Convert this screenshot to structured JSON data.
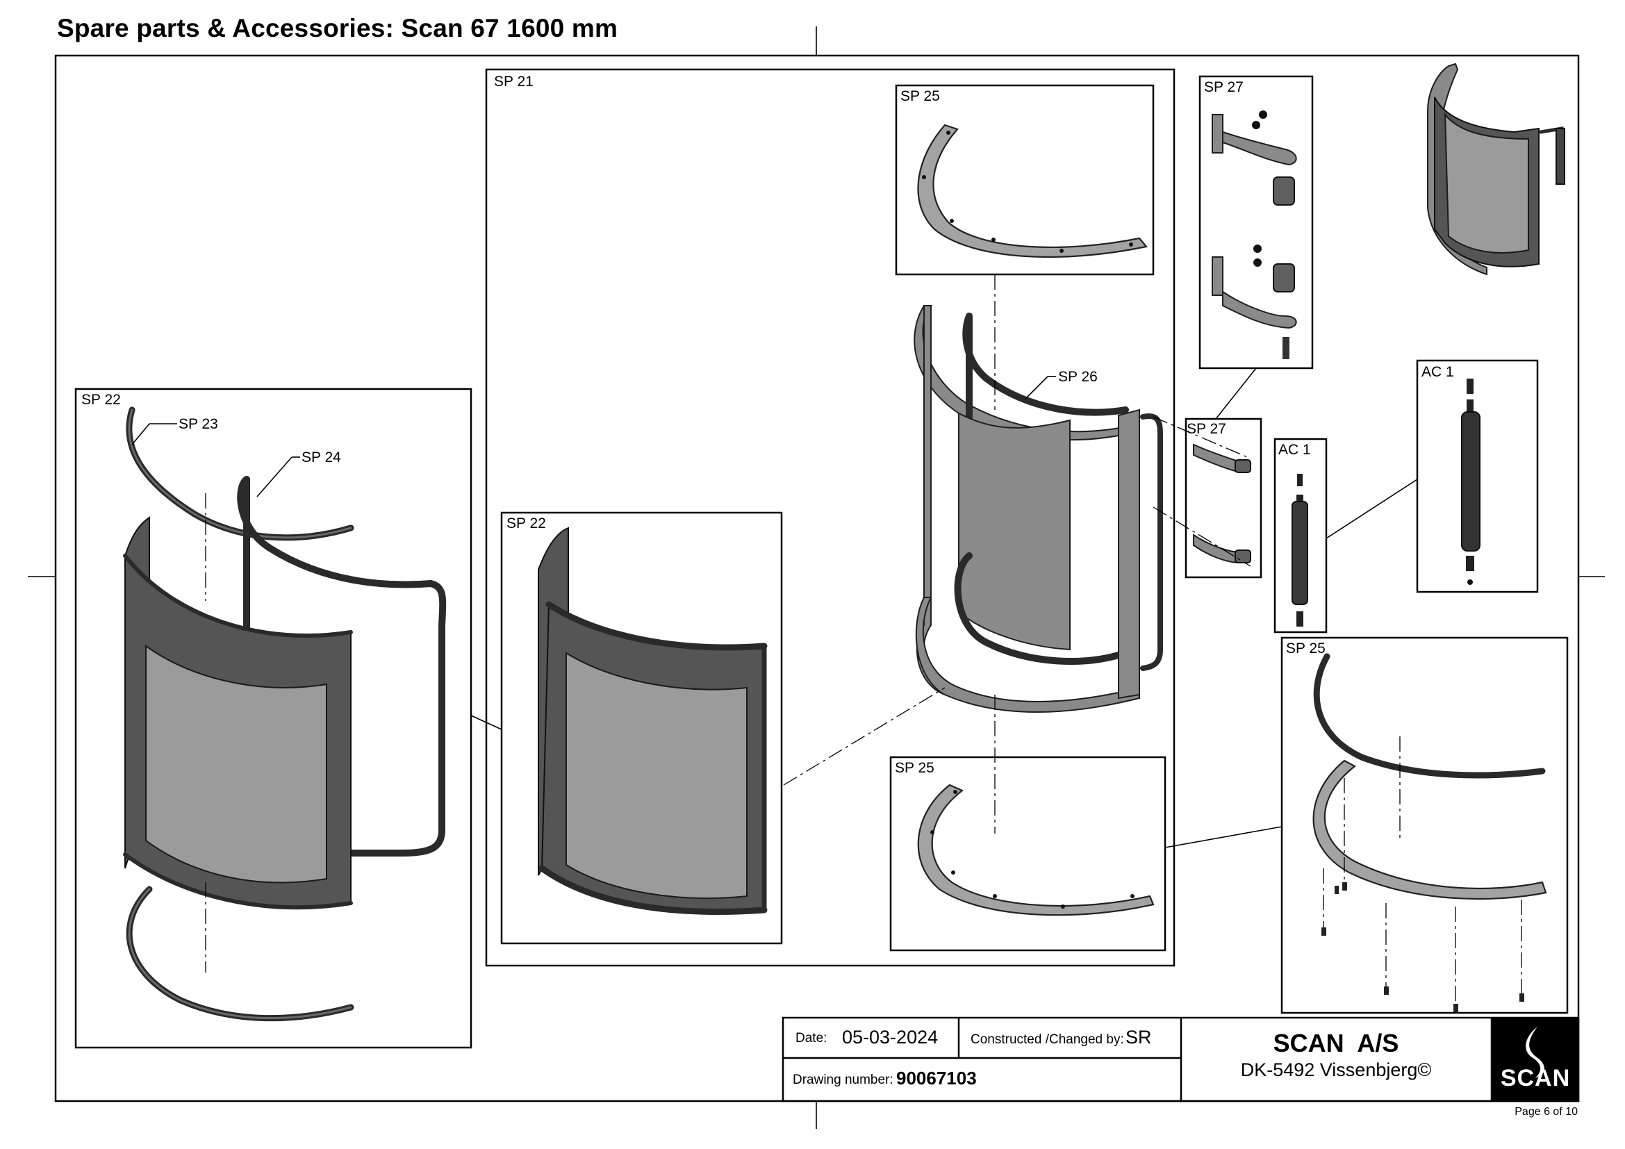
{
  "page": {
    "title": "Spare parts & Accessories: Scan 67 1600 mm",
    "page_number": "Page 6 of 10"
  },
  "labels": {
    "sp21": "SP 21",
    "sp22_left": "SP 22",
    "sp22_inner": "SP 22",
    "sp23": "SP 23",
    "sp24": "SP 24",
    "sp25_top": "SP 25",
    "sp25_mid": "SP 25",
    "sp25_right": "SP 25",
    "sp26": "SP 26",
    "sp27_top": "SP 27",
    "sp27_small": "SP 27",
    "ac1_small": "AC 1",
    "ac1_large": "AC 1"
  },
  "title_block": {
    "date_label": "Date:",
    "date_value": "05-03-2024",
    "constructed_label": "Constructed /Changed by:",
    "constructed_value": "SR",
    "drawing_number_label": "Drawing number:",
    "drawing_number_value": "90067103",
    "company": "SCAN  A/S",
    "address": "DK-5492 Vissenbjerg©",
    "logo_text": "SCAN"
  },
  "icons": {
    "logo": "scan-flame-logo-icon"
  },
  "colors": {
    "ink": "#000000",
    "metal": "#8a8a8a",
    "glass": "#9b9b9b",
    "logo_bg": "#000000"
  }
}
